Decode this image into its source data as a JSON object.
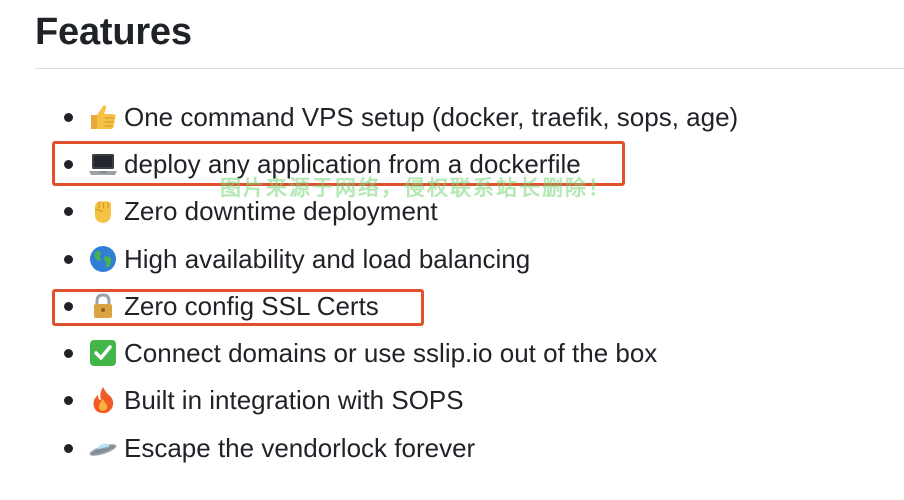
{
  "section": {
    "title": "Features"
  },
  "features": [
    {
      "icon": "thumbs-up-icon",
      "text": "One command VPS setup (docker, traefik, sops, age)"
    },
    {
      "icon": "laptop-icon",
      "text": "deploy any application from a dockerfile"
    },
    {
      "icon": "raised-fist-icon",
      "text": "Zero downtime deployment"
    },
    {
      "icon": "globe-icon",
      "text": "High availability and load balancing"
    },
    {
      "icon": "lock-icon",
      "text": "Zero config SSL Certs"
    },
    {
      "icon": "check-mark-icon",
      "text": "Connect domains or use sslip.io out of the box"
    },
    {
      "icon": "fire-icon",
      "text": "Built in integration with SOPS"
    },
    {
      "icon": "flying-saucer-icon",
      "text": "Escape the vendorlock forever"
    }
  ],
  "highlights": {
    "color": "#e0502a",
    "items": [
      "deploy any application from a dockerfile",
      "Zero config SSL Certs"
    ]
  },
  "watermark": {
    "text": "图片来源于网络，侵权联系站长删除！",
    "color": "#76d676"
  }
}
